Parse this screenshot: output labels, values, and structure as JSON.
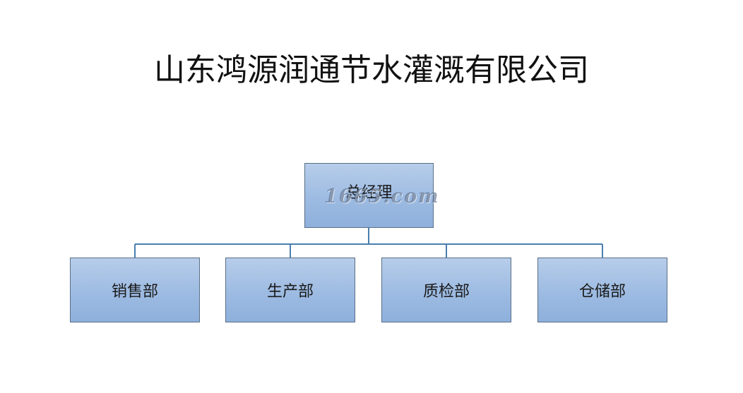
{
  "title": "山东鸿源润通节水灌溉有限公司",
  "chart": {
    "root": {
      "label": "总经理"
    },
    "children": [
      {
        "label": "销售部"
      },
      {
        "label": "生产部"
      },
      {
        "label": "质检部"
      },
      {
        "label": "仓储部"
      }
    ]
  },
  "watermark": "1665.com",
  "colors": {
    "box_fill_top": "#b7cdea",
    "box_fill_bottom": "#8eb0dc",
    "box_border": "#5a6f86",
    "connector": "#4a7fb0"
  }
}
